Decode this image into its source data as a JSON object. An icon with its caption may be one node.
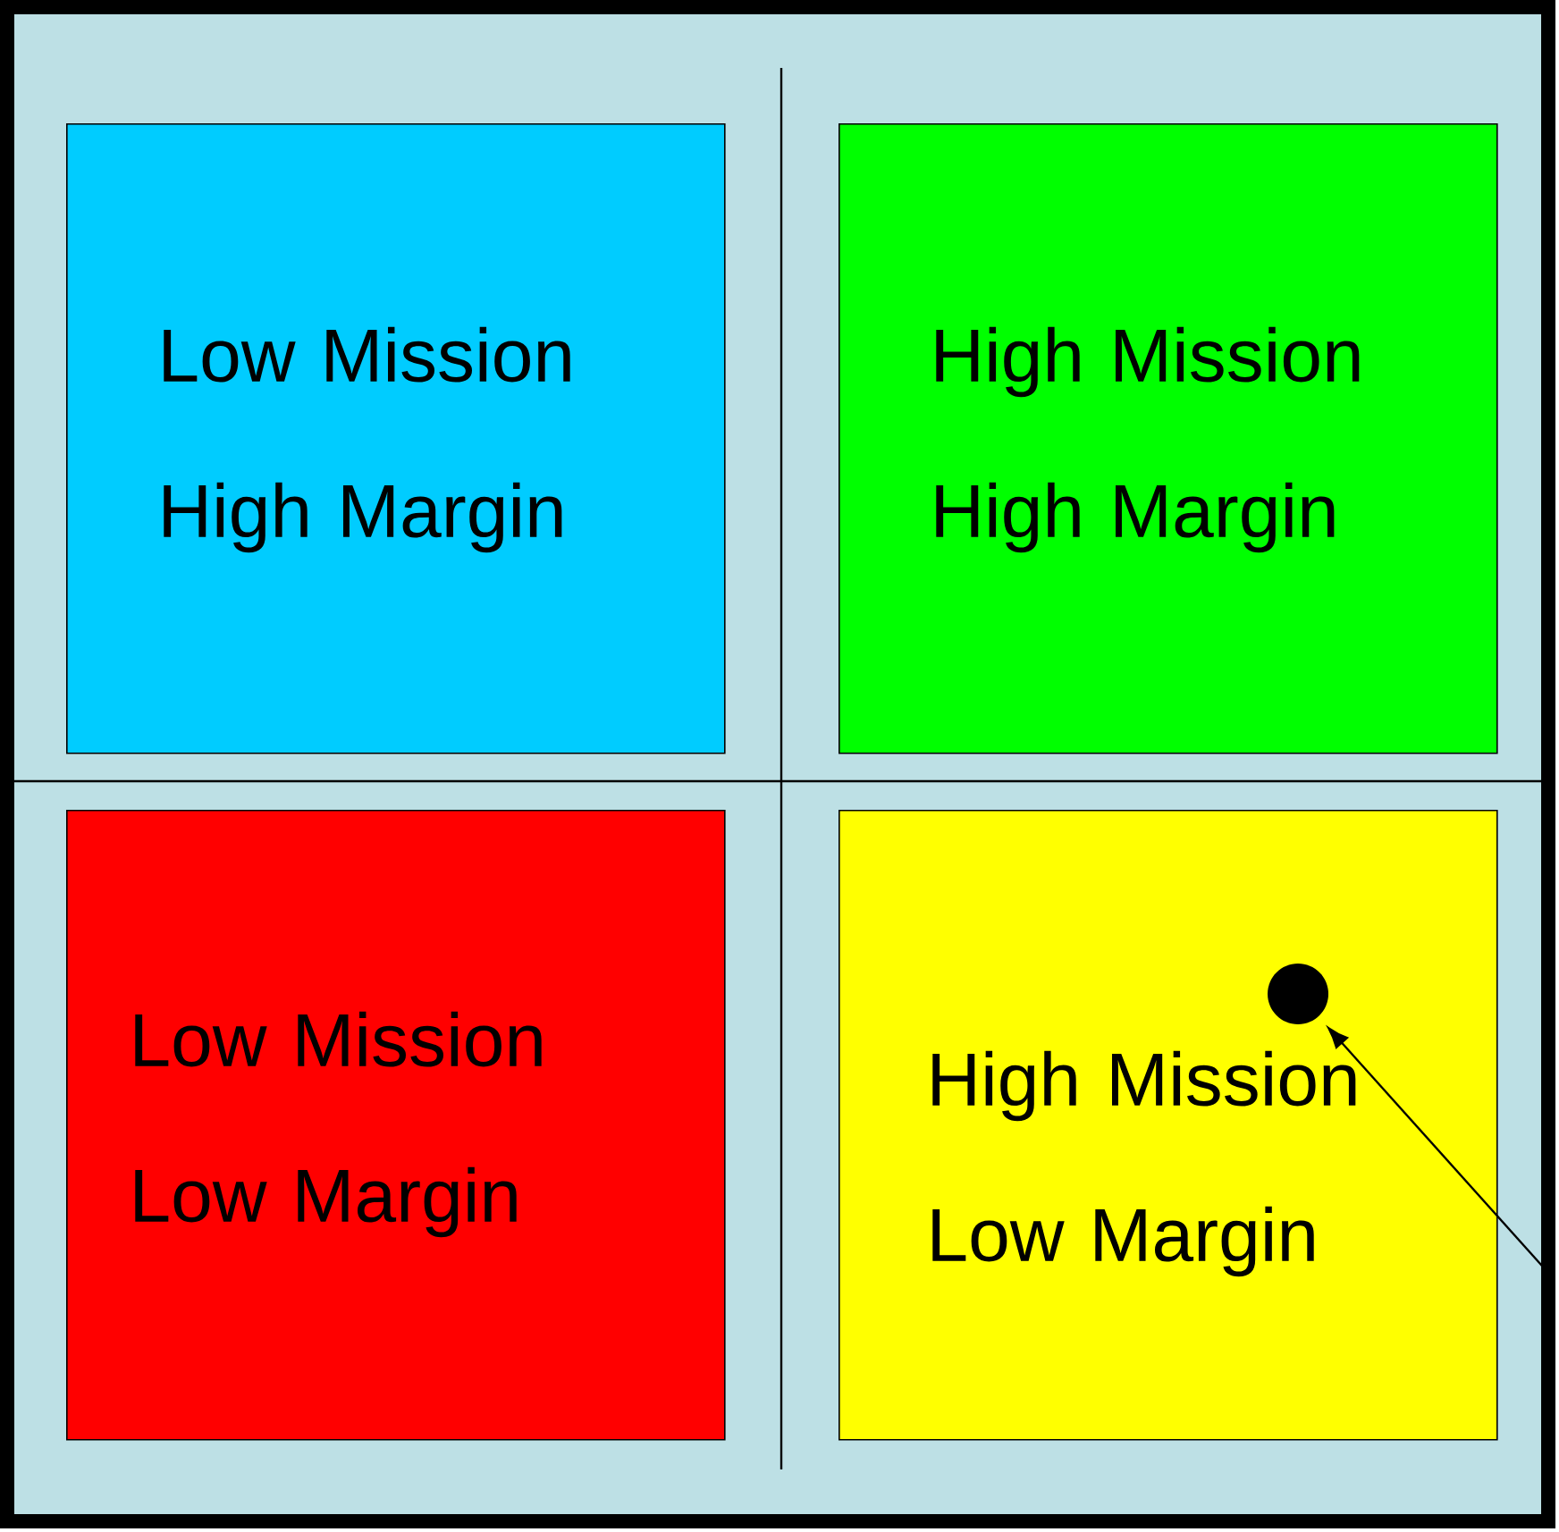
{
  "diagram": {
    "nodes": [
      {
        "text": [
          "Low Mission High Margin"
        ]
      },
      {
        "text": [
          "High Mission High Margin"
        ]
      },
      {
        "text": [
          "Low Mission Low Margin"
        ]
      },
      {
        "text": [
          "High Mission Low Margin"
        ]
      },
      {
        "text": [],
        "shape": "circle",
        "in": 3
      }
    ],
    "edges": [
      {
        "from": null,
        "to": 4,
        "arrow": "to"
      }
    ]
  }
}
